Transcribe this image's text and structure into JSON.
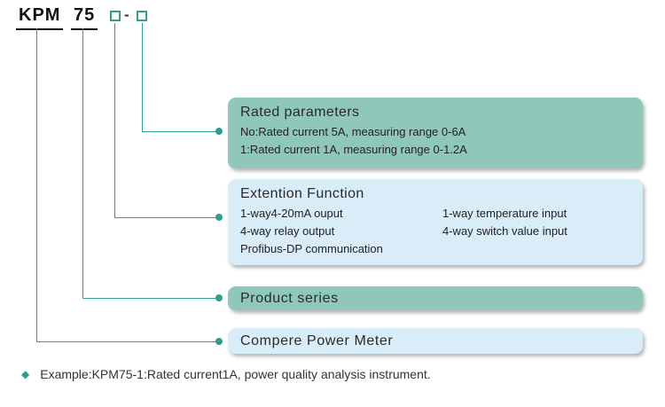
{
  "header": {
    "prefix": "KPM",
    "series": "75",
    "dash": "-"
  },
  "boxes": {
    "rated": {
      "title": "Rated parameters",
      "line1": "No:Rated current 5A, measuring range 0-6A",
      "line2": "1:Rated current 1A, measuring range 0-1.2A"
    },
    "extension": {
      "title": "Extention Function",
      "col1_row1": "1-way4-20mA ouput",
      "col1_row2": "4-way relay output",
      "col1_row3": "Profibus-DP communication",
      "col2_row1": "1-way temperature input",
      "col2_row2": "4-way switch value input"
    },
    "series": {
      "title": "Product series"
    },
    "product": {
      "title": "Compere Power Meter"
    }
  },
  "example": {
    "text": "Example:KPM75-1:Rated current1A, power quality analysis instrument."
  },
  "colors": {
    "teal_box": "#8fc7ba",
    "blue_box": "#d9edf8",
    "connector_line": "#2f9e8f",
    "text": "#222222"
  }
}
